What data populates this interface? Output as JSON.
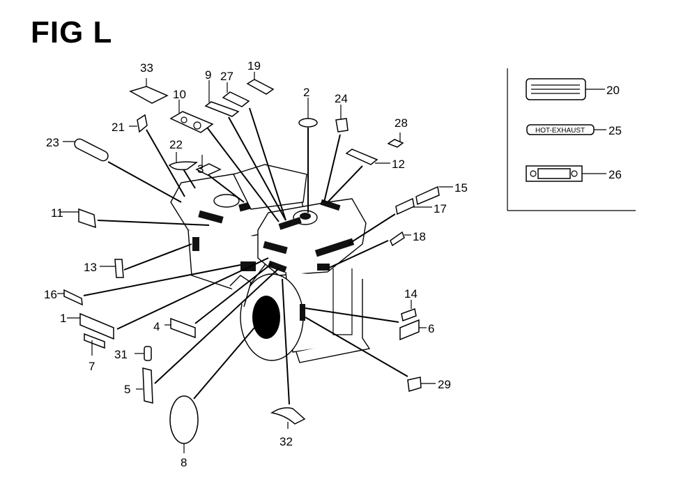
{
  "title": "FIG L",
  "callouts": [
    "1",
    "2",
    "3",
    "4",
    "5",
    "6",
    "7",
    "8",
    "9",
    "10",
    "11",
    "12",
    "13",
    "14",
    "15",
    "16",
    "17",
    "18",
    "19",
    "20",
    "21",
    "22",
    "23",
    "24",
    "25",
    "26",
    "27",
    "28",
    "29",
    "31",
    "32",
    "33"
  ],
  "inset": {
    "items": [
      {
        "ref": "20",
        "desc": "warning-label"
      },
      {
        "ref": "25",
        "desc": "hot-exhaust-label",
        "text": "HOT-EXHAUST"
      },
      {
        "ref": "26",
        "desc": "mark-label"
      }
    ]
  },
  "colors": {
    "ink": "#000000",
    "paper": "#ffffff"
  }
}
